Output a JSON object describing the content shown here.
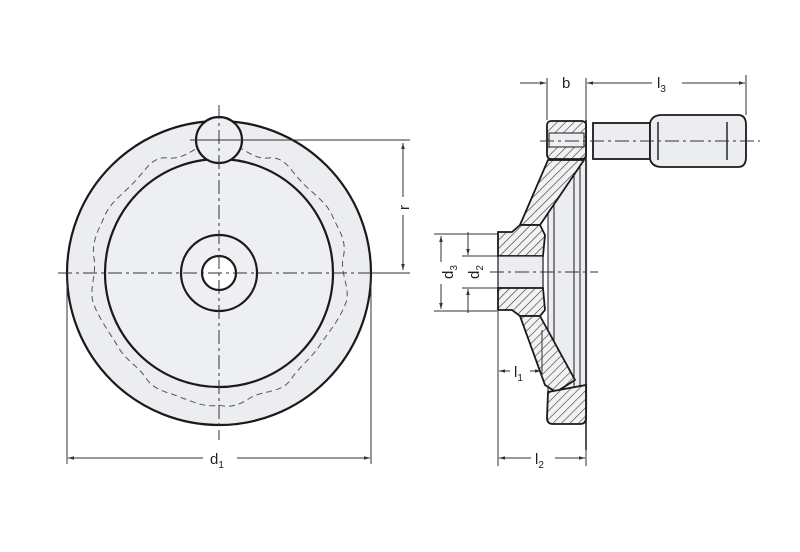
{
  "drawing": {
    "title": "Handwheel with revolving handle - technical dimension drawing",
    "colors": {
      "line": "#1a1a1a",
      "part_fill": "#ecedf0",
      "background": "#ffffff"
    },
    "front_view": {
      "dimensions": {
        "d1": {
          "base": "d",
          "sub": "1"
        },
        "r": {
          "base": "r",
          "sub": ""
        }
      }
    },
    "side_view": {
      "dimensions": {
        "b": {
          "base": "b",
          "sub": ""
        },
        "l3": {
          "base": "l",
          "sub": "3"
        },
        "d3": {
          "base": "d",
          "sub": "3"
        },
        "d2": {
          "base": "d",
          "sub": "2"
        },
        "l1": {
          "base": "l",
          "sub": "1"
        },
        "l2": {
          "base": "l",
          "sub": "2"
        }
      }
    }
  }
}
